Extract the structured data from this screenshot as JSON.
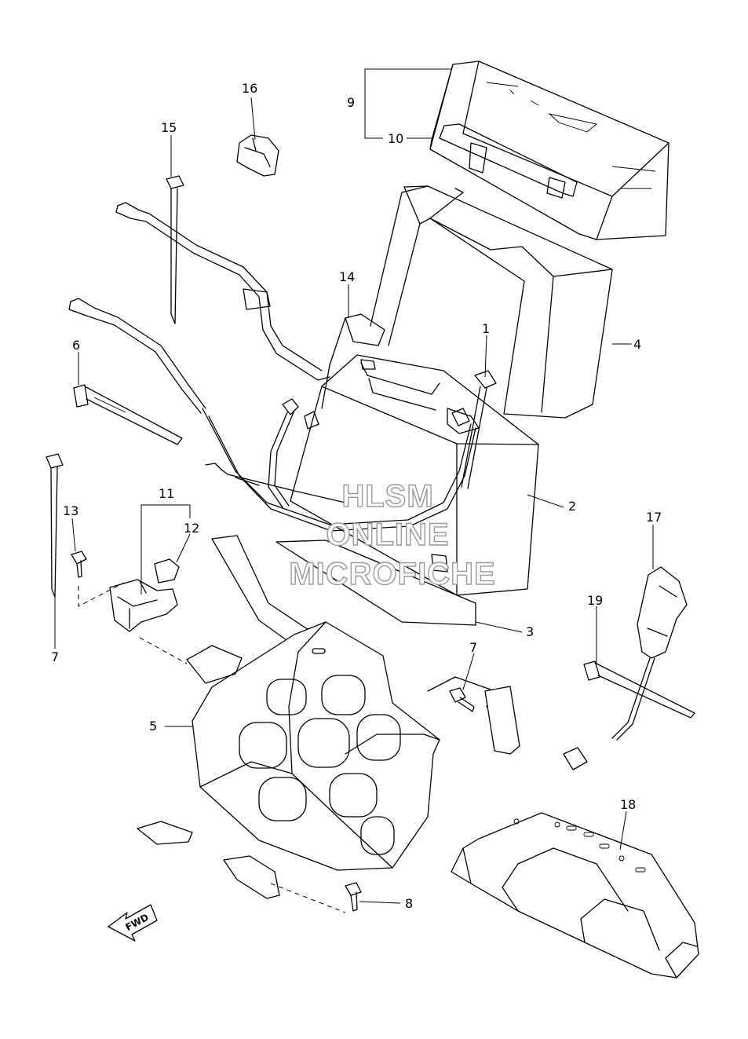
{
  "watermark": {
    "line1": "HLSM",
    "line2": "ONLINE",
    "line3": "MICROFICHE"
  },
  "direction_marker": "FWD",
  "callouts": [
    {
      "id": "c1",
      "label": "1"
    },
    {
      "id": "c2",
      "label": "2"
    },
    {
      "id": "c3",
      "label": "3"
    },
    {
      "id": "c4",
      "label": "4"
    },
    {
      "id": "c5",
      "label": "5"
    },
    {
      "id": "c6",
      "label": "6"
    },
    {
      "id": "c7a",
      "label": "7"
    },
    {
      "id": "c7b",
      "label": "7"
    },
    {
      "id": "c8",
      "label": "8"
    },
    {
      "id": "c9",
      "label": "9"
    },
    {
      "id": "c10",
      "label": "10"
    },
    {
      "id": "c11",
      "label": "11"
    },
    {
      "id": "c12",
      "label": "12"
    },
    {
      "id": "c13",
      "label": "13"
    },
    {
      "id": "c14",
      "label": "14"
    },
    {
      "id": "c15",
      "label": "15"
    },
    {
      "id": "c16",
      "label": "16"
    },
    {
      "id": "c17",
      "label": "17"
    },
    {
      "id": "c18",
      "label": "18"
    },
    {
      "id": "c19",
      "label": "19"
    }
  ],
  "colors": {
    "line": "#000000",
    "watermark_outline": "#9a9a9a",
    "background": "#ffffff"
  }
}
